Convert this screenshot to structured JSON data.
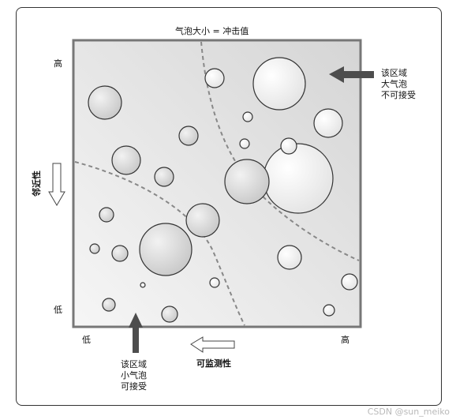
{
  "diagram": {
    "title": "气泡大小 = 冲击值",
    "y_axis": {
      "label": "邻近性",
      "high": "高",
      "low": "低"
    },
    "x_axis": {
      "label": "可监测性",
      "low": "低",
      "high": "高"
    },
    "annotation_top_right": [
      "该区域",
      "大气泡",
      "不可接受"
    ],
    "annotation_bottom": [
      "该区域",
      "小气泡",
      "可接受"
    ]
  },
  "watermark": "CSDN @sun_meiko",
  "colors": {
    "plot_border": "#777777",
    "plot_fill_light": "#f4f4f4",
    "plot_fill_dark": "#d9d9d9",
    "arrow": "#4d4d4d",
    "dashed": "#808080",
    "bubble_stroke": "#333333"
  }
}
